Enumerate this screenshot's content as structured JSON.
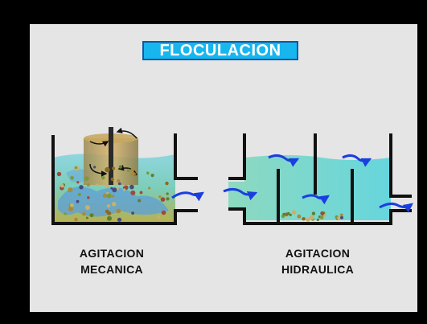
{
  "title": "FLOCULACION",
  "mechanical": {
    "line1": "AGITACION",
    "line2": "MECANICA"
  },
  "hydraulic": {
    "line1": "AGITACION",
    "line2": "HIDRAULICA"
  },
  "colors": {
    "background": "#000000",
    "slide": "#e5e5e5",
    "title_fill": "#17b6ee",
    "water": "#7fd3c4",
    "flow_arrow": "#1a3ee0",
    "tank_wall": "#111111"
  }
}
